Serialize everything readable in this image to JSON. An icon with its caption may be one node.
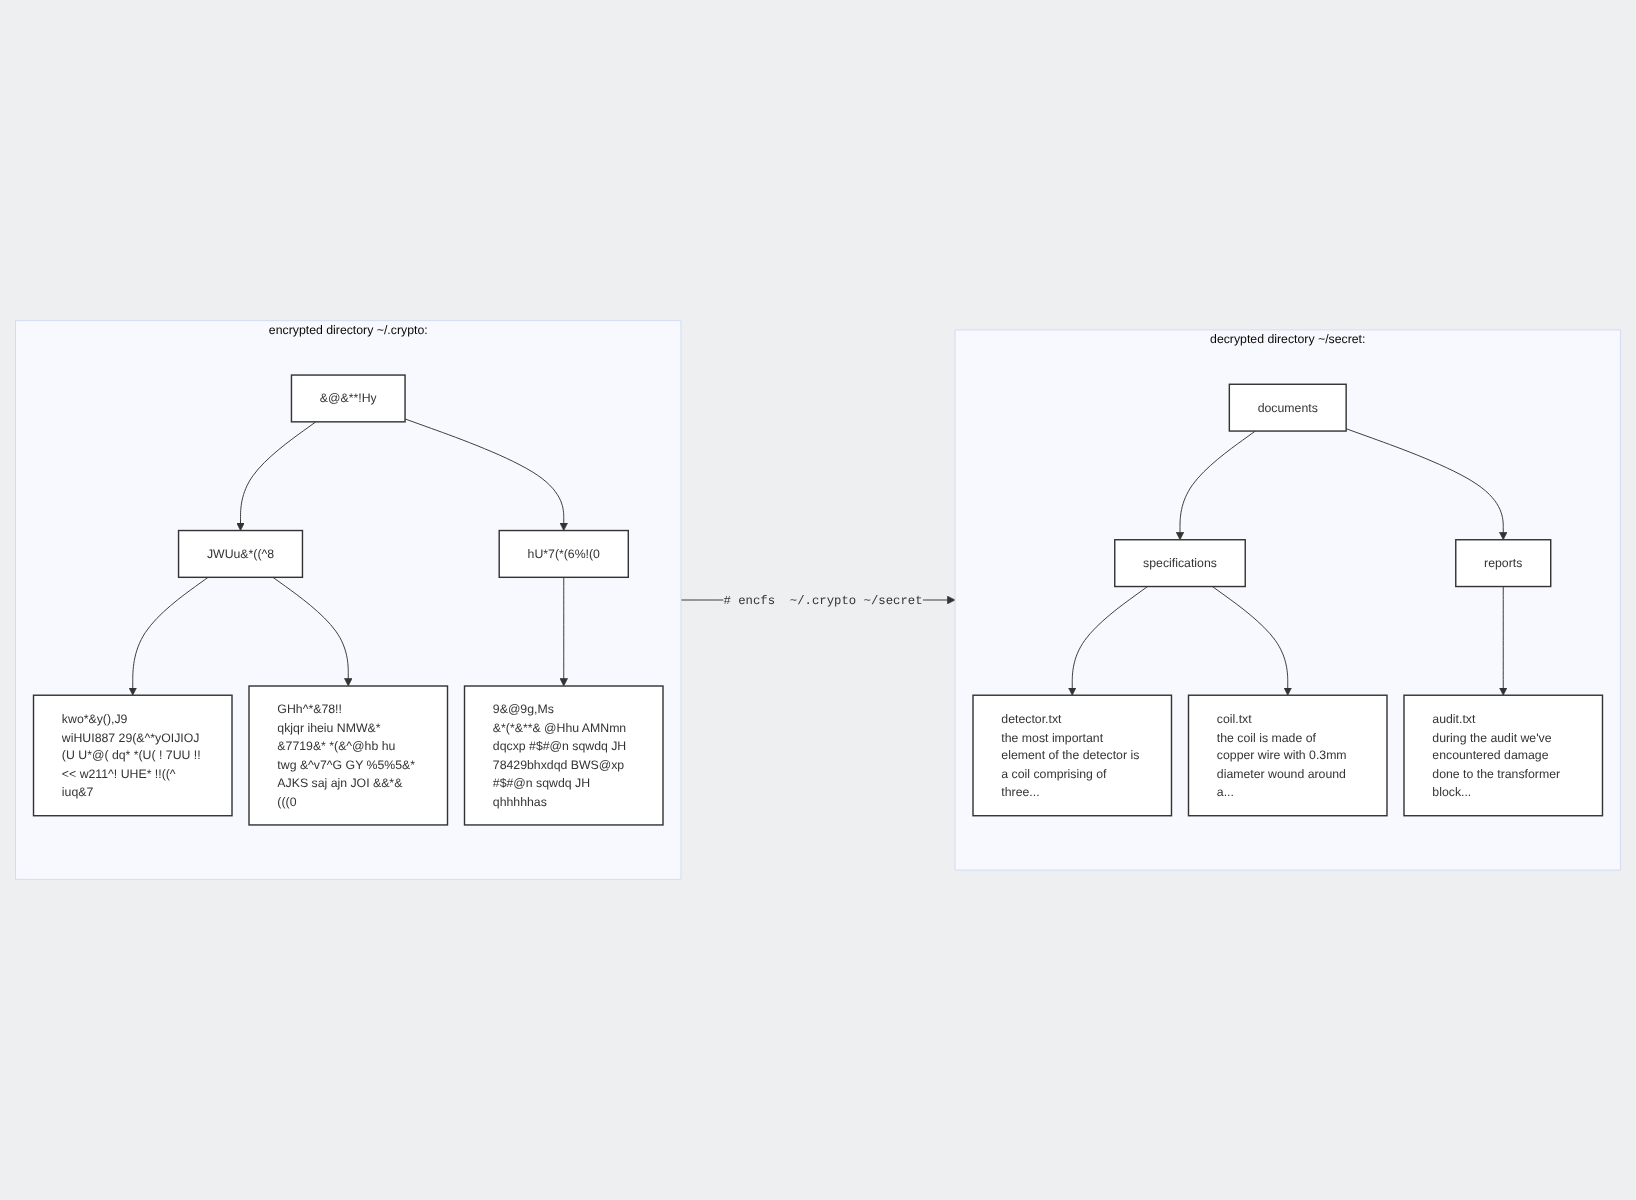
{
  "diagram": {
    "nodes": [
      {
        "text": [
          "encrypted directory ~/.crypto:"
        ]
      },
      {
        "text": [
          "&@&**!Hy"
        ],
        "in": 0
      },
      {
        "text": [
          "JWUu&*((^8"
        ],
        "in": 0
      },
      {
        "text": [
          "kwo*&y(),J9",
          "wiHUI887 29(&^*yOIJIOJ (U U*@( dq* *(U( ! 7UU !!<< w211^! UHE* !!((^ iuq&7"
        ],
        "in": 0
      },
      {
        "text": [
          "GHh^*&78!!",
          "qkjqr iheiu NMW&* &7719&* *(&^@hb hu twg &^v7^G GY %5%5&* AJKS saj ajn JOI &&*&(((0"
        ],
        "in": 0
      },
      {
        "text": [
          "hU*7(*(6%!(0"
        ],
        "in": 0
      },
      {
        "text": [
          "9&@9g,Ms",
          "&*(*&**& @Hhu AMNmn dqcxp #$#@n sqwdq JH 78429bhxdqd BWS@xp #$#@n sqwdq JH qhhhhhas"
        ],
        "in": 0
      },
      {
        "text": [
          "decrypted directory ~/secret:"
        ]
      },
      {
        "text": [
          "documents"
        ],
        "in": 7
      },
      {
        "text": [
          "specifications"
        ],
        "in": 7
      },
      {
        "text": [
          "detector.txt",
          "the most important element of the detector is a coil comprising of three..."
        ],
        "in": 7
      },
      {
        "text": [
          "coil.txt",
          "the coil is made of copper wire with 0.3mm diameter wound around a..."
        ],
        "in": 7
      },
      {
        "text": [
          "reports"
        ],
        "in": 7
      },
      {
        "text": [
          "audit.txt",
          "during the audit we've encountered damage done to the transformer block..."
        ],
        "in": 7
      }
    ],
    "edges": [
      {
        "from": 1,
        "to": 2,
        "arrow": "to"
      },
      {
        "from": 2,
        "to": 3,
        "arrow": "to"
      },
      {
        "from": 2,
        "to": 4,
        "arrow": "to"
      },
      {
        "from": 1,
        "to": 5,
        "arrow": "to"
      },
      {
        "from": 5,
        "to": 6,
        "arrow": "to"
      },
      {
        "from": 8,
        "to": 9,
        "arrow": "to"
      },
      {
        "from": 9,
        "to": 10,
        "arrow": "to"
      },
      {
        "from": 9,
        "to": 11,
        "arrow": "to"
      },
      {
        "from": 8,
        "to": 12,
        "arrow": "to"
      },
      {
        "from": 12,
        "to": 13,
        "arrow": "to"
      },
      {
        "from": 0,
        "to": 7,
        "arrow": "to",
        "label": "# encfs  ~/.crypto ~/secret"
      }
    ]
  }
}
